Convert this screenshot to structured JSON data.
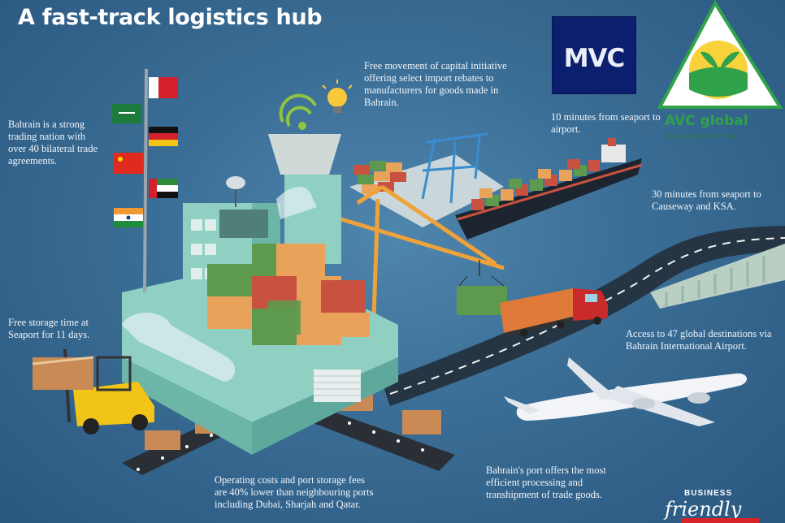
{
  "title": "A fast-track logistics hub",
  "notes": {
    "trading": "Bahrain is a strong trading nation with over 40 bilateral trade agreements.",
    "capital": "Free movement of capital initiative offering select import rebates to manufacturers for goods made in Bahrain.",
    "seaport_airport": "10 minutes from seaport to airport.",
    "causeway": "30 minutes from seaport to Causeway and KSA.",
    "storage": "Free storage time at Seaport for 11 days.",
    "destinations": "Access to 47 global destinations via Bahrain International Airport.",
    "costs": "Operating costs and port storage fees are 40% lower than neighbouring ports including Dubai, Sharjah and Qatar.",
    "port": "Bahrain's port offers the most efficient processing and transhipment of trade goods."
  },
  "logos": {
    "mvc": "MVC",
    "avc": "AVC global",
    "avc_tagline": "The Agricultural Value Chain",
    "bf_top": "BUSINESS",
    "bf_script": "friendly"
  },
  "icons": {
    "flags": [
      "bahrain-flag-icon",
      "saudi-flag-icon",
      "germany-flag-icon",
      "china-flag-icon",
      "uae-flag-icon",
      "india-flag-icon"
    ],
    "wifi": "wifi-icon",
    "bulb": "lightbulb-icon"
  },
  "colors": {
    "background": "#3a6d95",
    "building": "#7fc6b9",
    "container_orange": "#e9a25a",
    "container_green": "#5d9a4e",
    "container_red": "#c8523f",
    "crane": "#f0a23a",
    "road": "#263543",
    "truck_red": "#c92a2a",
    "forklift": "#f2c418",
    "mvc_blue": "#0c1f6e",
    "avc_green": "#2fa24a",
    "brand_red": "#d8232a"
  }
}
